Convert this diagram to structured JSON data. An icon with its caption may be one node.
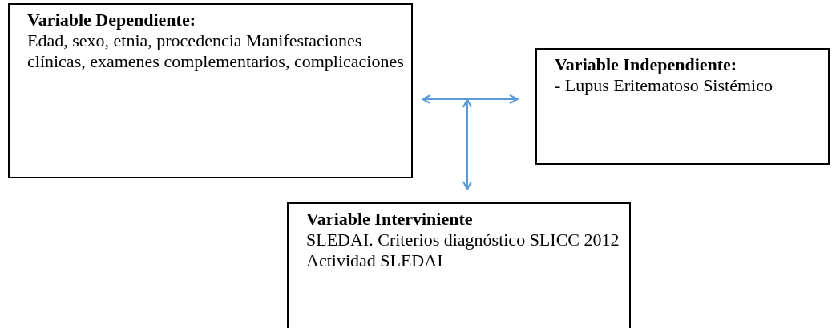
{
  "diagram": {
    "nodes": [
      {
        "text": [
          "Variable Dependiente:",
          "Edad, sexo, etnia, procedencia Manifestaciones clínicas, examenes complementarios, complicaciones"
        ]
      },
      {
        "text": [
          "Variable Independiente:",
          "- Lupus Eritematoso Sistémico"
        ]
      },
      {
        "text": [
          "Variable Interviniente",
          "SLEDAI. Criterios diagnóstico SLICC 2012 Actividad SLEDAI"
        ]
      }
    ],
    "edges": [
      {
        "from": 0,
        "to": 1,
        "arrow": "both",
        "color": "#5b9bd5"
      },
      {
        "from": null,
        "to": 2,
        "arrow": "both",
        "color": "#5b9bd5"
      }
    ]
  }
}
